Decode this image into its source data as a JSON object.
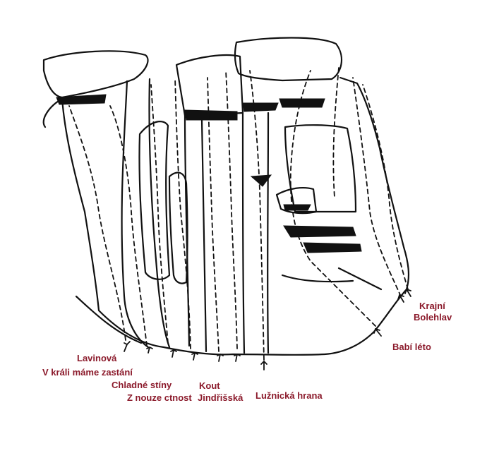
{
  "colors": {
    "label": "#8b1a2b",
    "ink": "#111111",
    "background": "#ffffff"
  },
  "routes": [
    {
      "id": "lavinova",
      "name": "Lavinová"
    },
    {
      "id": "v-krali",
      "name": "V králi máme zastání"
    },
    {
      "id": "chladne-stiny",
      "name": "Chladné stíny"
    },
    {
      "id": "z-nouze-ctnost",
      "name": "Z nouze ctnost"
    },
    {
      "id": "kout",
      "name": "Kout"
    },
    {
      "id": "jindrisska",
      "name": "Jindřišská"
    },
    {
      "id": "luznicka-hrana",
      "name": "Lužnická hrana"
    },
    {
      "id": "babi-leto",
      "name": "Babí léto"
    },
    {
      "id": "krajni",
      "name": "Krajní"
    },
    {
      "id": "bolehlav",
      "name": "Bolehlav"
    }
  ]
}
